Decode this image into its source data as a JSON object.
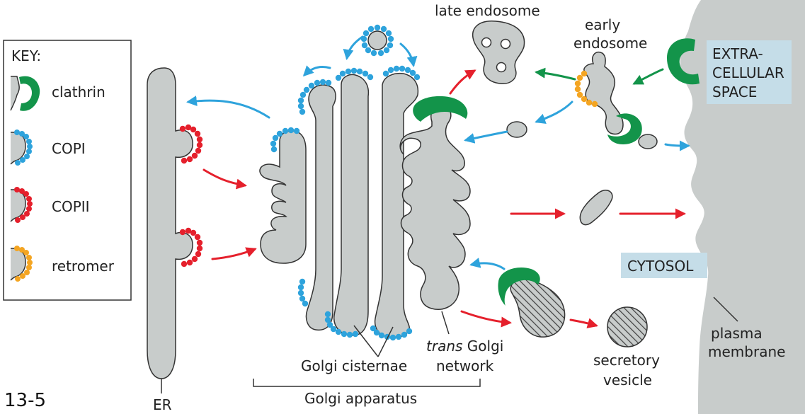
{
  "figure_number": "13-5",
  "key": {
    "title": "KEY:",
    "items": [
      {
        "label": "clathrin",
        "coat": "clathrin"
      },
      {
        "label": "COPI",
        "coat": "copi"
      },
      {
        "label": "COPII",
        "coat": "copii"
      },
      {
        "label": "retromer",
        "coat": "retromer"
      }
    ]
  },
  "labels": {
    "late_endosome": "late endosome",
    "early_endosome_1": "early",
    "early_endosome_2": "endosome",
    "extracellular_1": "EXTRA-",
    "extracellular_2": "CELLULAR",
    "extracellular_3": "SPACE",
    "cytosol": "CYTOSOL",
    "plasma_membrane_1": "plasma",
    "plasma_membrane_2": "membrane",
    "secretory_vesicle_1": "secretory",
    "secretory_vesicle_2": "vesicle",
    "trans_golgi_italic": "trans",
    "trans_golgi_rest": " Golgi",
    "trans_golgi_network": "network",
    "golgi_cisternae": "Golgi cisternae",
    "golgi_apparatus": "Golgi apparatus",
    "er": "ER"
  },
  "colors": {
    "organelle_fill": "#c8cccb",
    "outline": "#333333",
    "clathrin": "#13944a",
    "copi": "#2ea3dc",
    "copii": "#e5202c",
    "retromer": "#f4a522",
    "arrow_red": "#e5202c",
    "arrow_blue": "#2ea3dc",
    "arrow_green": "#13944a",
    "label_box": "#c5dde8",
    "hatch": "#444444"
  }
}
